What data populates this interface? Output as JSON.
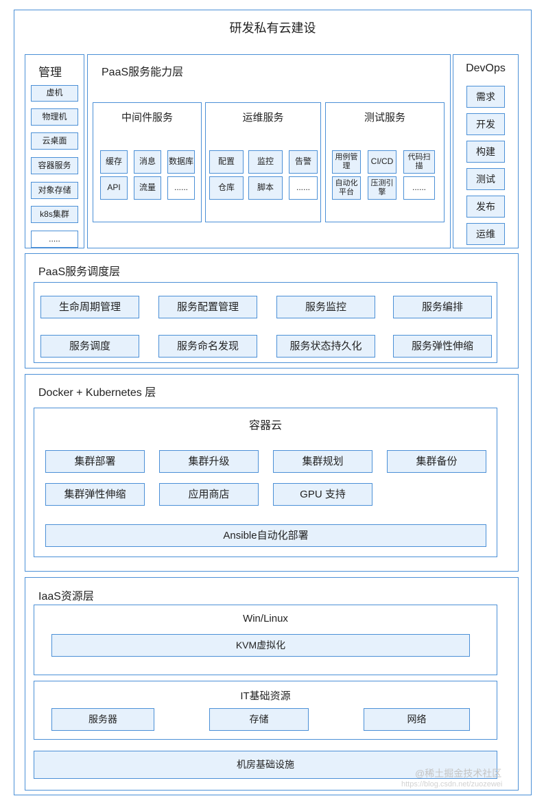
{
  "title": "研发私有云建设",
  "management": {
    "title": "管理",
    "items": [
      "虚机",
      "物理机",
      "云桌面",
      "容器服务",
      "对象存储",
      "k8s集群",
      "....."
    ]
  },
  "paas_capability": {
    "title": "PaaS服务能力层",
    "middleware": {
      "title": "中间件服务",
      "items": [
        "缓存",
        "消息",
        "数据库",
        "API",
        "流量",
        "......"
      ]
    },
    "ops": {
      "title": "运维服务",
      "items": [
        "配置",
        "监控",
        "告警",
        "仓库",
        "脚本",
        "......"
      ]
    },
    "test": {
      "title": "测试服务",
      "items": [
        "用例管理",
        "CI/CD",
        "代码扫描",
        "自动化平台",
        "压测引擎",
        "......"
      ]
    }
  },
  "devops": {
    "title": "DevOps",
    "items": [
      "需求",
      "开发",
      "构建",
      "测试",
      "发布",
      "运维"
    ]
  },
  "paas_schedule": {
    "title": "PaaS服务调度层",
    "items": [
      "生命周期管理",
      "服务配置管理",
      "服务监控",
      "服务编排",
      "服务调度",
      "服务命名发现",
      "服务状态持久化",
      "服务弹性伸缩"
    ]
  },
  "docker_k8s": {
    "title": "Docker + Kubernetes 层",
    "container_cloud": {
      "title": "容器云",
      "items": [
        "集群部署",
        "集群升级",
        "集群规划",
        "集群备份",
        "集群弹性伸缩",
        "应用商店",
        "GPU 支持"
      ],
      "ansible": "Ansible自动化部署"
    }
  },
  "iaas": {
    "title": "IaaS资源层",
    "os": {
      "title": "Win/Linux",
      "kvm": "KVM虚拟化"
    },
    "it": {
      "title": "IT基础资源",
      "items": [
        "服务器",
        "存储",
        "网络"
      ]
    },
    "datacenter": "机房基础设施"
  },
  "watermark": {
    "line1": "@稀土掘金技术社区",
    "line2": "https://blog.csdn.net/zuozewei"
  }
}
